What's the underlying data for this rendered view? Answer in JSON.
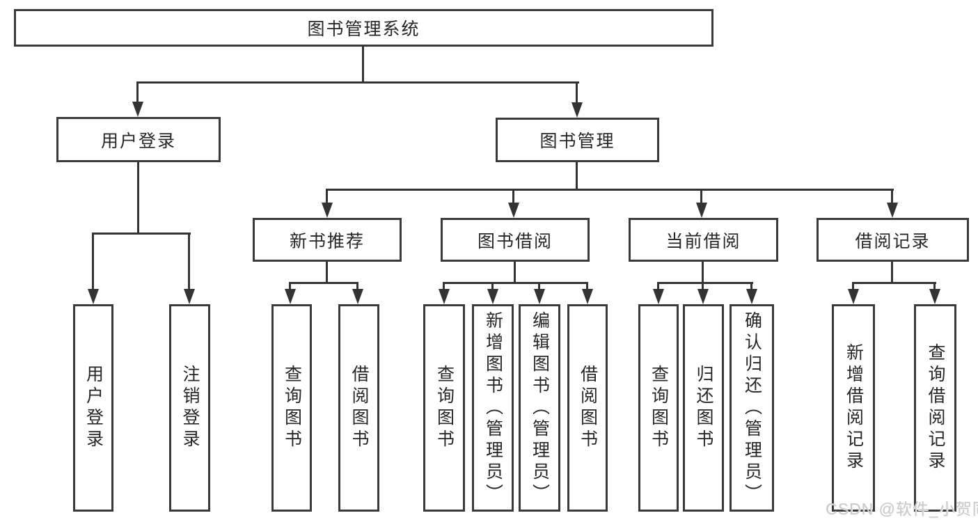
{
  "diagram": {
    "root": {
      "label": "图书管理系统"
    },
    "branches": [
      {
        "label": "用户登录",
        "children": [
          {
            "label": "用户登录"
          },
          {
            "label": "注销登录"
          }
        ]
      },
      {
        "label": "图书管理",
        "children": [
          {
            "label": "新书推荐",
            "children": [
              {
                "label": "查询图书"
              },
              {
                "label": "借阅图书"
              }
            ]
          },
          {
            "label": "图书借阅",
            "children": [
              {
                "label": "查询图书"
              },
              {
                "label": "新增图书（管理员）"
              },
              {
                "label": "编辑图书（管理员）"
              },
              {
                "label": "借阅图书"
              }
            ]
          },
          {
            "label": "当前借阅",
            "children": [
              {
                "label": "查询图书"
              },
              {
                "label": "归还图书"
              },
              {
                "label": "确认归还（管理员）"
              }
            ]
          },
          {
            "label": "借阅记录",
            "children": [
              {
                "label": "新增借阅记录"
              },
              {
                "label": "查询借阅记录"
              }
            ]
          }
        ]
      }
    ]
  },
  "watermark": "CSDN @软件_小贺同学",
  "colors": {
    "line": "#333333",
    "box_border": "#3a3a3a",
    "box_fill": "#ffffff",
    "text": "#262626",
    "watermark": "#c9c9c9"
  }
}
